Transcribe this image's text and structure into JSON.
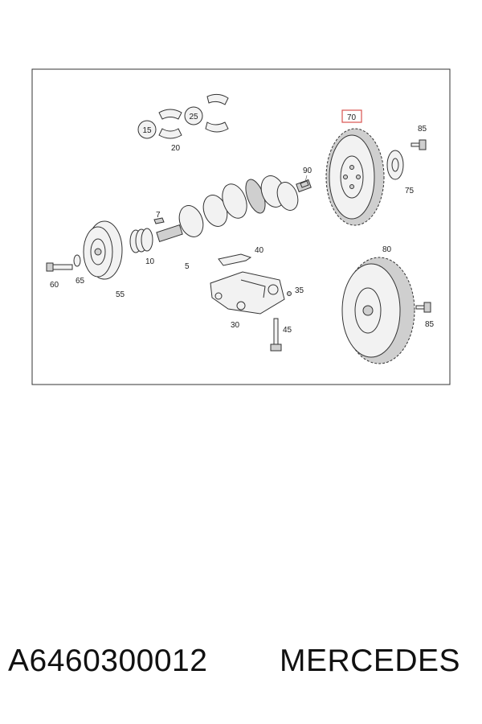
{
  "diagram": {
    "highlight_color": "#d9534f",
    "callouts": {
      "c15": "15",
      "c25": "25",
      "c20": "20",
      "c90": "90",
      "c70": "70",
      "c85a": "85",
      "c75": "75",
      "c7": "7",
      "c10": "10",
      "c5": "5",
      "c40": "40",
      "c60": "60",
      "c65": "65",
      "c55": "55",
      "c35": "35",
      "c30": "30",
      "c45": "45",
      "c80": "80",
      "c85b": "85"
    },
    "highlighted_part": "70"
  },
  "footer": {
    "part_number": "A6460300012",
    "brand": "MERCEDES"
  }
}
